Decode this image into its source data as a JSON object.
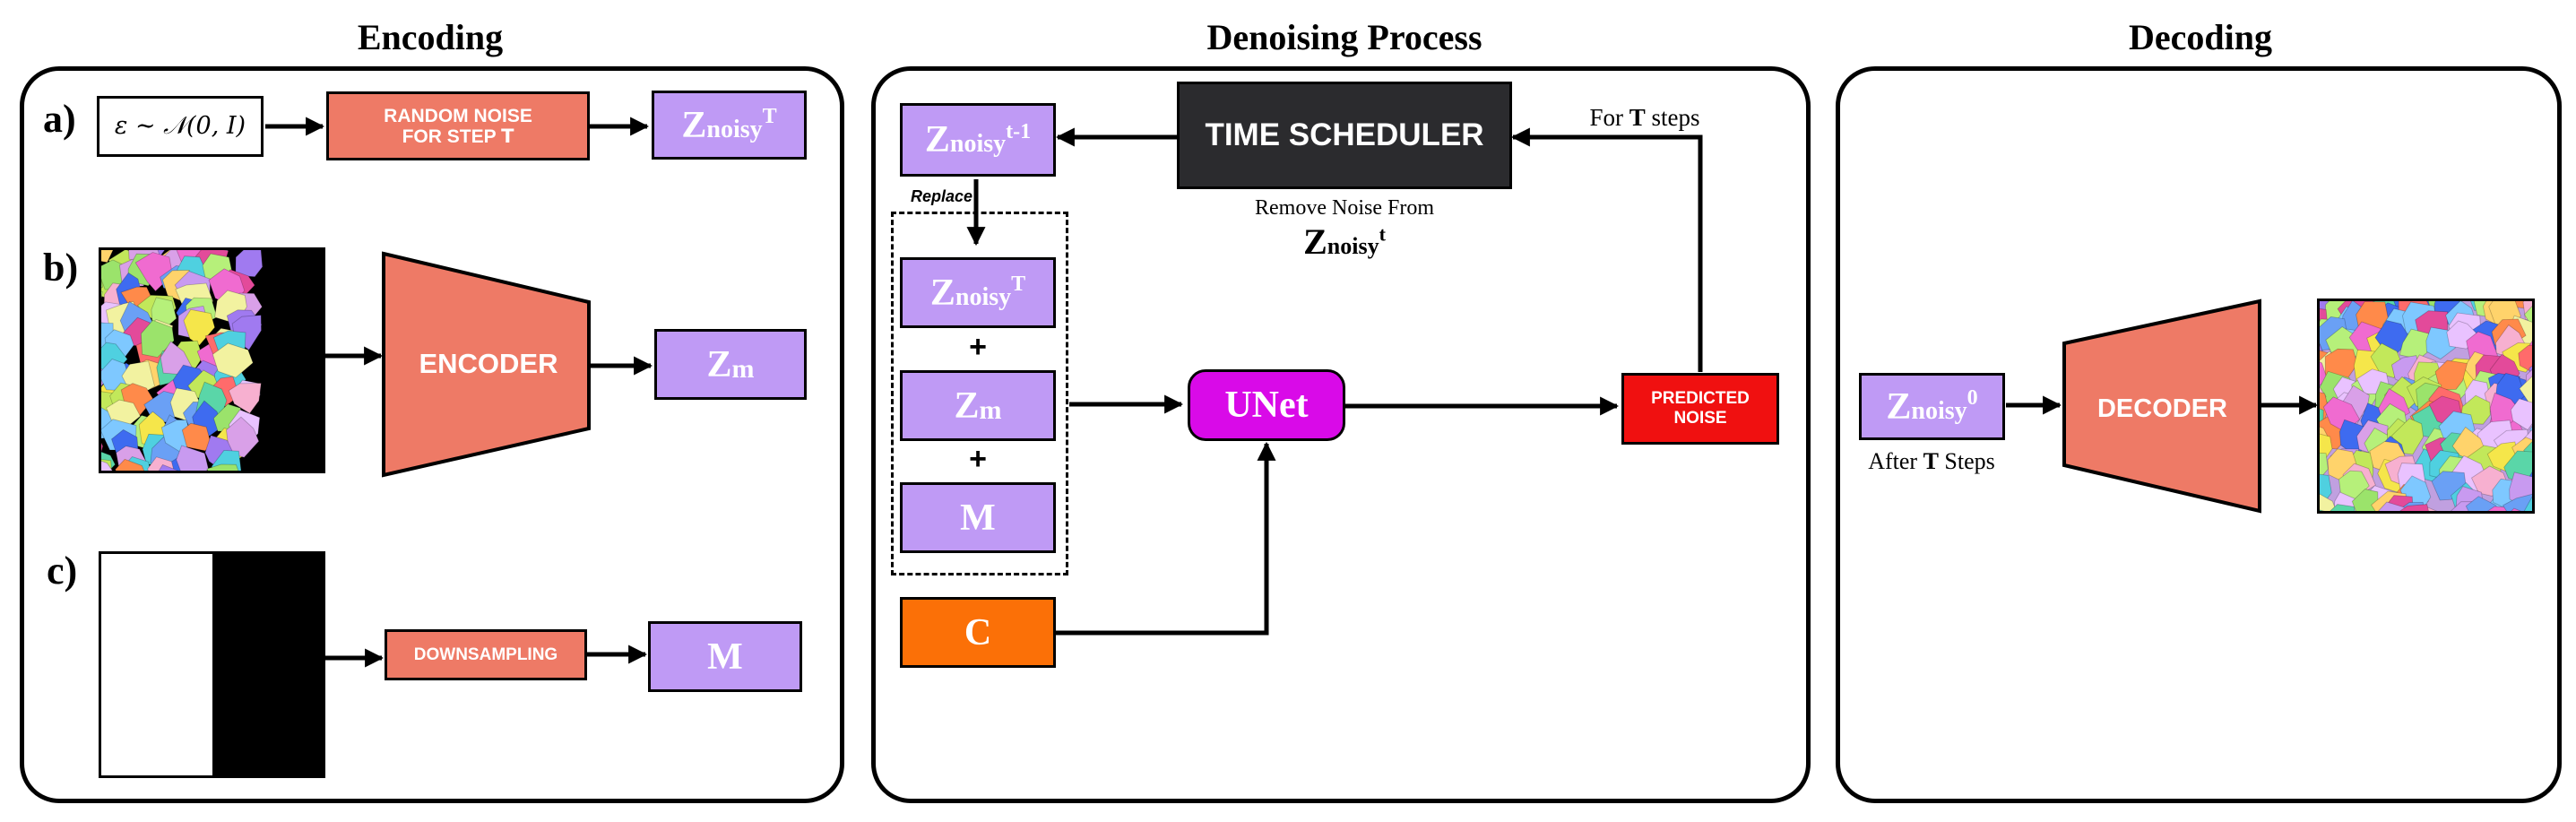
{
  "sections": {
    "encoding": "Encoding",
    "denoising": "Denoising Process",
    "decoding": "Decoding"
  },
  "encoding": {
    "labels": {
      "a": "a)",
      "b": "b)",
      "c": "c)"
    },
    "noise_formula": "ε ∼ 𝒩(0, I)",
    "random_noise": [
      "RANDOM NOISE",
      "FOR STEP"
    ],
    "random_noise_T": "T",
    "znoisy_T": {
      "base": "Z",
      "sub": "noisy",
      "sup": "T"
    },
    "encoder": "ENCODER",
    "zm": {
      "base": "Z",
      "sub": "m"
    },
    "downsampling": "DOWNSAMPLING",
    "m": "M"
  },
  "denoising": {
    "znoisy_t1": {
      "base": "Z",
      "sub": "noisy",
      "sup": "t-1"
    },
    "time_scheduler": "TIME SCHEDULER",
    "for_steps_prefix": "For",
    "for_steps_T": "T",
    "for_steps_suffix": "steps",
    "replace": "Replace",
    "remove_noise": "Remove Noise From",
    "znoisy_t": {
      "base": "Z",
      "sub": "noisy",
      "sup": "t"
    },
    "znoisy_T": {
      "base": "Z",
      "sub": "noisy",
      "sup": "T"
    },
    "plus": "+",
    "zm": {
      "base": "Z",
      "sub": "m"
    },
    "m": "M",
    "c": "C",
    "unet": "UNet",
    "predicted_noise": [
      "PREDICTED",
      "NOISE"
    ]
  },
  "decoding": {
    "znoisy_0": {
      "base": "Z",
      "sub": "noisy",
      "sup": "0"
    },
    "after_prefix": "After",
    "after_T": "T",
    "after_suffix": "Steps",
    "decoder": "DECODER"
  },
  "colors": {
    "purple": "#bf9af5",
    "salmon": "#ee7a66",
    "scheduler": "#2b2b2e",
    "unet": "#d90ae8",
    "predicted": "#f01010",
    "condition": "#fb7007"
  }
}
